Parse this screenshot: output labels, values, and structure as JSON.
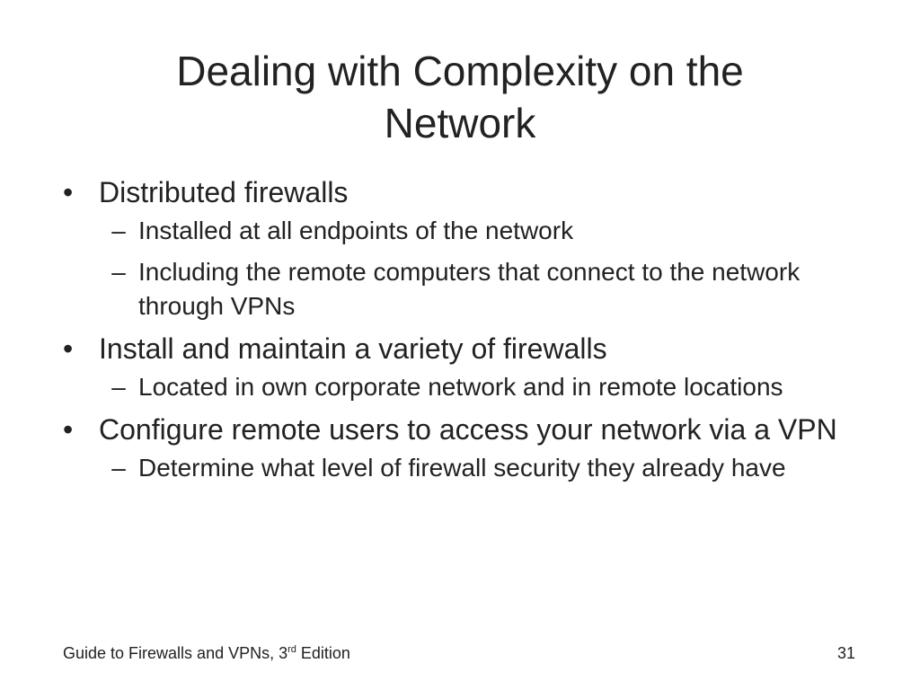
{
  "slide": {
    "title_line1": "Dealing with Complexity on the",
    "title_line2": "Network",
    "bullets": [
      {
        "marker": "•",
        "text": "Distributed firewalls",
        "sub": [
          {
            "marker": "–",
            "text": "Installed at all endpoints of the network"
          },
          {
            "marker": "–",
            "text": "Including the remote computers that connect to the network through VPNs"
          }
        ]
      },
      {
        "marker": "•",
        "text": "Install and maintain a variety of firewalls",
        "sub": [
          {
            "marker": "–",
            "text": "Located in own corporate network and in remote locations"
          }
        ]
      },
      {
        "marker": "•",
        "text": "Configure remote users to access your network via a VPN",
        "sub": [
          {
            "marker": "–",
            "text": "Determine what level of firewall security they already have"
          }
        ]
      }
    ],
    "footer": {
      "book_title_prefix": "Guide to Firewalls and VPNs, 3",
      "book_title_sup": "rd",
      "book_title_suffix": " Edition",
      "page_number": "31"
    }
  }
}
